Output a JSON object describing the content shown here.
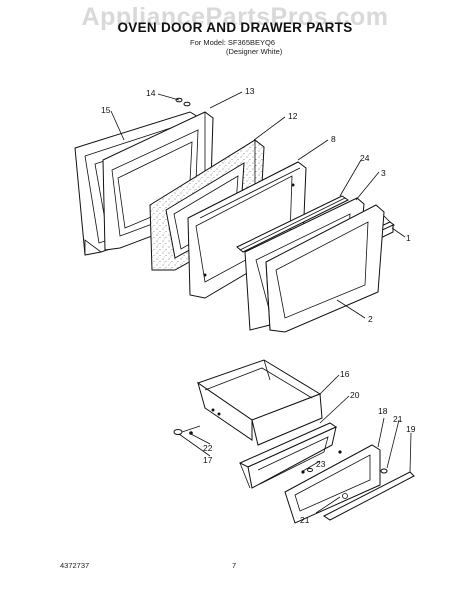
{
  "watermark": "AppliancePartsPros.com",
  "header": {
    "title": "OVEN DOOR AND DRAWER PARTS",
    "model_line": "For Model: SF365BEYQ6",
    "edition": "(Designer White)"
  },
  "footer": {
    "doc_number": "4372737",
    "page_number": "7"
  },
  "callouts": [
    "14",
    "13",
    "15",
    "12",
    "8",
    "24",
    "3",
    "1",
    "2",
    "16",
    "20",
    "18",
    "21",
    "19",
    "22",
    "17",
    "23",
    "21"
  ]
}
